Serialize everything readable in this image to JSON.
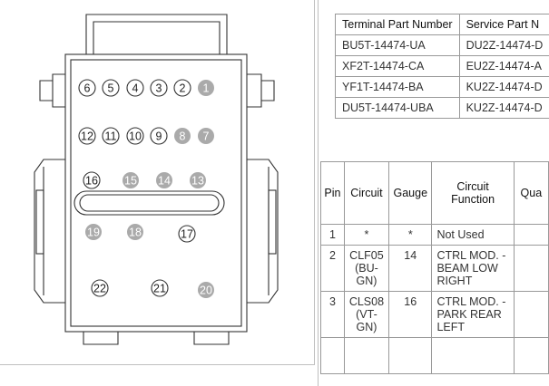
{
  "diagram": {
    "pins": [
      {
        "label": "6",
        "filled": false
      },
      {
        "label": "5",
        "filled": false
      },
      {
        "label": "4",
        "filled": false
      },
      {
        "label": "3",
        "filled": false
      },
      {
        "label": "2",
        "filled": false
      },
      {
        "label": "1",
        "filled": true
      },
      {
        "label": "12",
        "filled": false
      },
      {
        "label": "11",
        "filled": false
      },
      {
        "label": "10",
        "filled": false
      },
      {
        "label": "9",
        "filled": false
      },
      {
        "label": "8",
        "filled": true
      },
      {
        "label": "7",
        "filled": true
      },
      {
        "label": "16",
        "filled": false
      },
      {
        "label": "15",
        "filled": true
      },
      {
        "label": "14",
        "filled": true
      },
      {
        "label": "13",
        "filled": true
      },
      {
        "label": "19",
        "filled": true
      },
      {
        "label": "18",
        "filled": true
      },
      {
        "label": "17",
        "filled": false
      },
      {
        "label": "22",
        "filled": false
      },
      {
        "label": "21",
        "filled": false
      },
      {
        "label": "20",
        "filled": true
      }
    ],
    "colors": {
      "outline": "#333333",
      "filled_pin": "#aaaaaa",
      "filled_text": "#ffffff"
    }
  },
  "parts_table": {
    "headers": [
      "Terminal Part Number",
      "Service Part N"
    ],
    "rows": [
      [
        "BU5T-14474-UA",
        "DU2Z-14474-D"
      ],
      [
        "XF2T-14474-CA",
        "EU2Z-14474-A"
      ],
      [
        "YF1T-14474-BA",
        "KU2Z-14474-D"
      ],
      [
        "DU5T-14474-UBA",
        "KU2Z-14474-D"
      ]
    ]
  },
  "pin_table": {
    "headers": [
      "Pin",
      "Circuit",
      "Gauge",
      "Circuit Function",
      "Qua"
    ],
    "rows": [
      {
        "pin": "1",
        "circuit": "*",
        "gauge": "*",
        "function": "Not Used",
        "qty": ""
      },
      {
        "pin": "2",
        "circuit": "CLF05 (BU-GN)",
        "gauge": "14",
        "function": "CTRL MOD. - BEAM LOW RIGHT",
        "qty": ""
      },
      {
        "pin": "3",
        "circuit": "CLS08 (VT-GN)",
        "gauge": "16",
        "function": "CTRL MOD. - PARK REAR LEFT",
        "qty": ""
      },
      {
        "pin": "",
        "circuit": "",
        "gauge": "",
        "function": "",
        "qty": ""
      }
    ]
  }
}
